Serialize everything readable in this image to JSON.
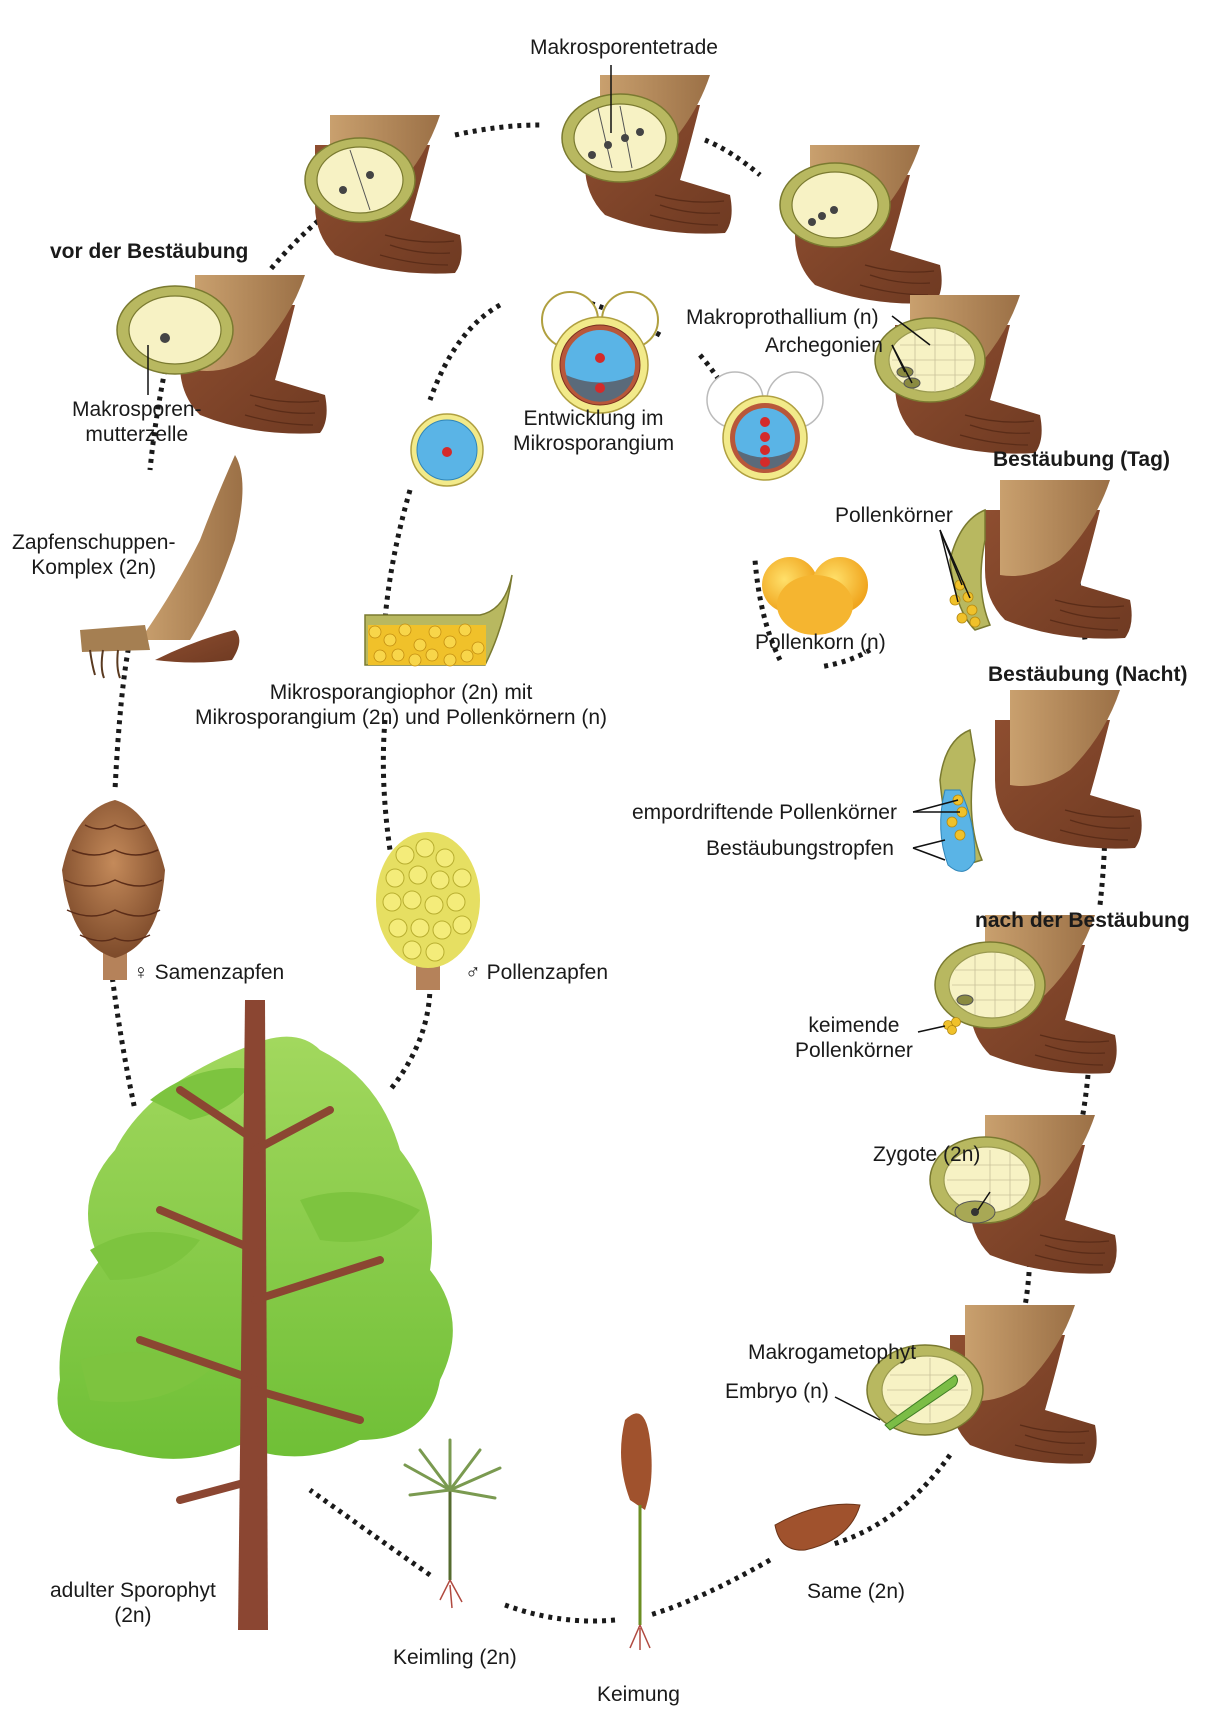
{
  "labels": {
    "makrosporentetrade": "Makrosporentetrade",
    "vor_bestaeubung": "vor der Bestäubung",
    "makrosporenmutterzelle": "Makrosporen-\nmutterzelle",
    "makroprothallium": "Makroprothallium (n)",
    "archegonien": "Archegonien",
    "entwicklung": "Entwicklung im\nMikrosporangium",
    "bestaeubung_tag": "Bestäubung (Tag)",
    "pollenkoerner": "Pollenkörner",
    "zapfenschuppen": "Zapfenschuppen-\nKomplex (2n)",
    "pollenkorn": "Pollenkorn (n)",
    "bestaeubung_nacht": "Bestäubung (Nacht)",
    "mikrosporangiophor": "Mikrosporangiophor (2n) mit\nMikrosporangium (2n) und Pollenkörnern (n)",
    "empordriftende": "empordriftende Pollenkörner",
    "bestaeubungstropfen": "Bestäubungstropfen",
    "nach_bestaeubung": "nach der Bestäubung",
    "samenzapfen": "♀ Samenzapfen",
    "pollenzapfen": "♂ Pollenzapfen",
    "keimende": "keimende\nPollenkörner",
    "zygote": "Zygote (2n)",
    "makrogametophyt": "Makrogametophyt",
    "embryo": "Embryo (n)",
    "adulter": "adulter Sporophyt\n(2n)",
    "same": "Same (2n)",
    "keimling": "Keimling (2n)",
    "keimung": "Keimung"
  },
  "colors": {
    "scale_light": "#a57f52",
    "scale_dark": "#7b4128",
    "ovule_green": "#b8b860",
    "ovule_inner": "#f7f2c4",
    "pollen": "#f0c12a",
    "drop_blue": "#5ab4e6",
    "tree_green": "#8ccf4a",
    "trunk": "#8b4632",
    "dots": "#222222"
  }
}
